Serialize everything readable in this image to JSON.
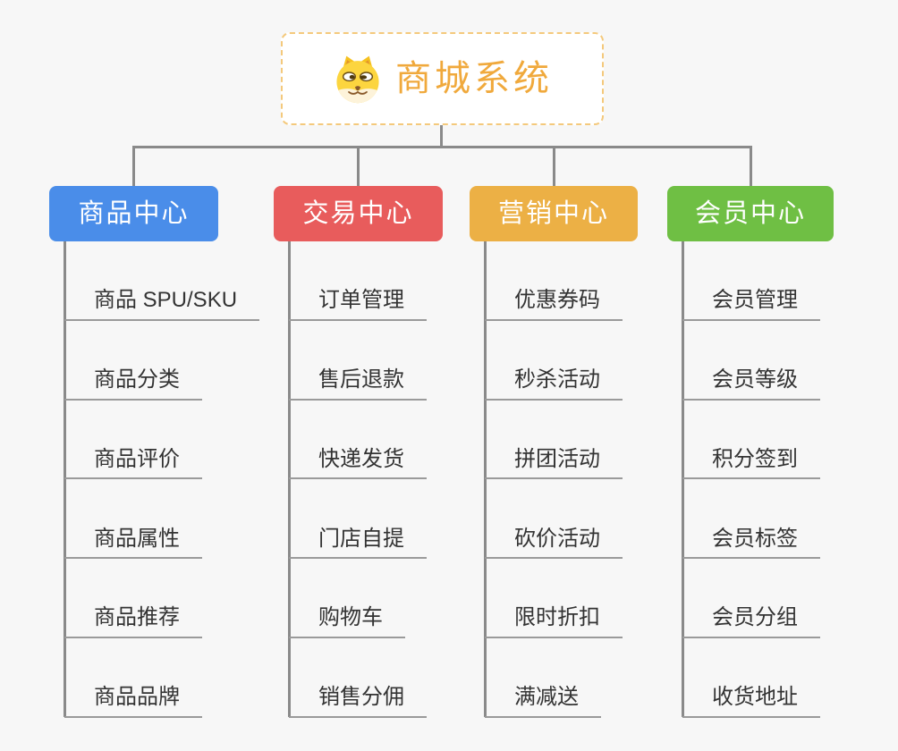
{
  "canvas": {
    "background": "#f7f7f7",
    "connector_color": "#8a8a8a",
    "underline_color": "#9a9a9a",
    "leaf_text_color": "#333333"
  },
  "root": {
    "title": "商城系统",
    "icon": "doge-icon",
    "text_color": "#f0a93c",
    "border_color": "#f4c97c",
    "background": "#ffffff"
  },
  "branches": [
    {
      "label": "商品中心",
      "color": "#4a8de9",
      "children": [
        "商品 SPU/SKU",
        "商品分类",
        "商品评价",
        "商品属性",
        "商品推荐",
        "商品品牌"
      ]
    },
    {
      "label": "交易中心",
      "color": "#e85c5c",
      "children": [
        "订单管理",
        "售后退款",
        "快递发货",
        "门店自提",
        "购物车",
        "销售分佣"
      ]
    },
    {
      "label": "营销中心",
      "color": "#ecb045",
      "children": [
        "优惠券码",
        "秒杀活动",
        "拼团活动",
        "砍价活动",
        "限时折扣",
        "满减送"
      ]
    },
    {
      "label": "会员中心",
      "color": "#6fbf44",
      "children": [
        "会员管理",
        "会员等级",
        "积分签到",
        "会员标签",
        "会员分组",
        "收货地址"
      ]
    }
  ]
}
